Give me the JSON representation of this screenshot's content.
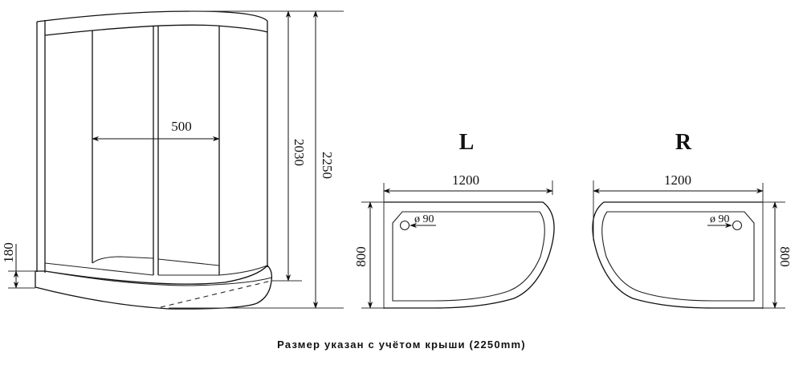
{
  "side_view": {
    "width_label": "500",
    "cabin_height_label": "2030",
    "total_height_label": "2250",
    "tray_height_label": "180"
  },
  "left_tray": {
    "title": "L",
    "width_label": "1200",
    "depth_label": "800",
    "drain_label": "ø 90"
  },
  "right_tray": {
    "title": "R",
    "width_label": "1200",
    "depth_label": "800",
    "drain_label": "ø 90"
  },
  "caption": "Размер указан с учётом крыши (2250mm)",
  "colors": {
    "line": "#111111",
    "background": "#ffffff"
  }
}
